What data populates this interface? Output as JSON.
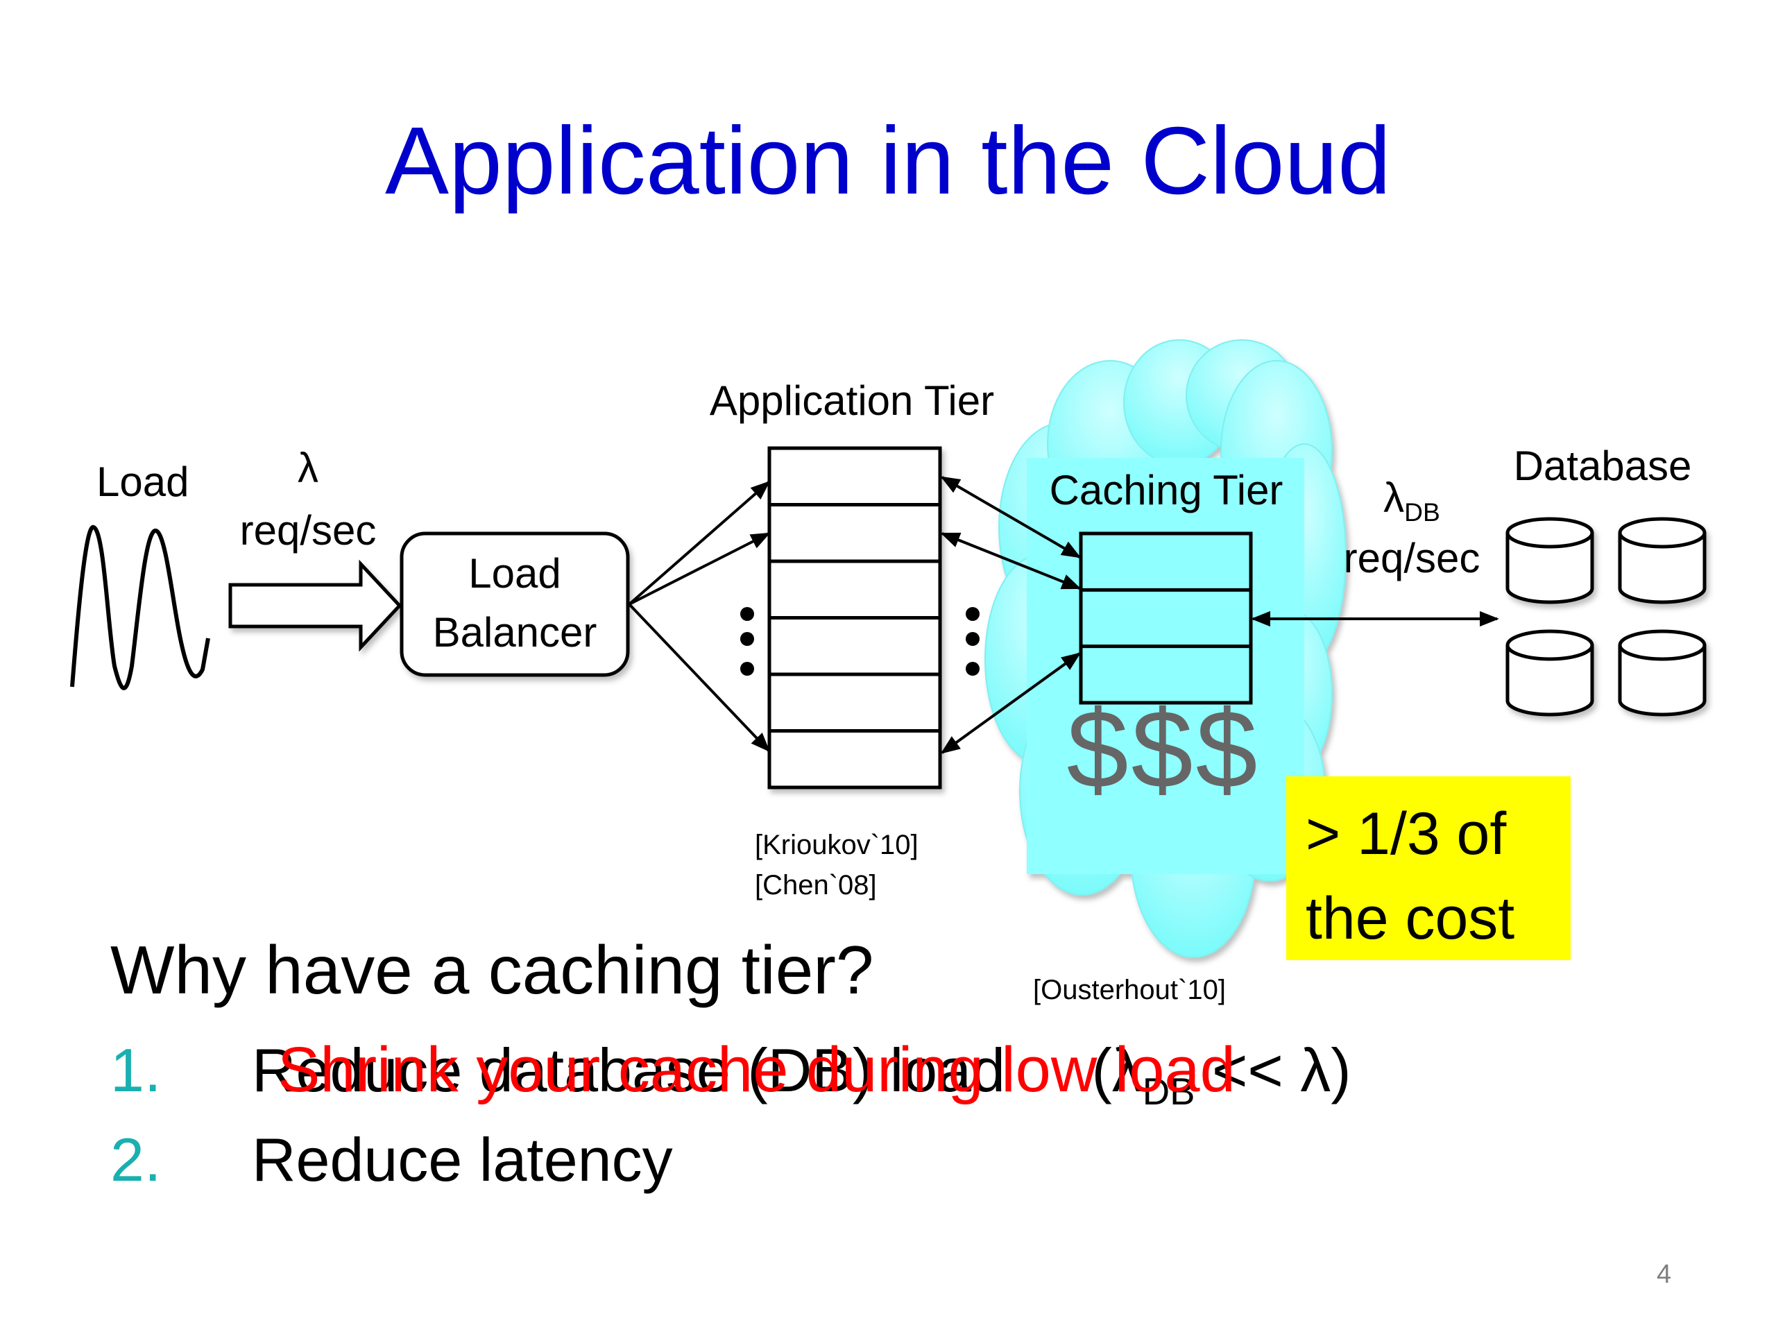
{
  "slide": {
    "title": "Application in the Cloud",
    "number": "4"
  },
  "diagram": {
    "load_label": "Load",
    "lambda_symbol": "λ",
    "rate_unit": "req/sec",
    "load_balancer": {
      "line1": "Load",
      "line2": "Balancer"
    },
    "app_tier_label": "Application Tier",
    "app_tier_rows": 6,
    "caching_tier_label": "Caching Tier",
    "cache_rows": 3,
    "cost_symbol": "$$$",
    "db_rate": {
      "symbol": "λ",
      "subscript": "DB",
      "unit": "req/sec"
    },
    "database_label": "Database",
    "database_count": 4,
    "cost_note": "> 1/3 of the cost",
    "citations": {
      "app_tier": [
        "[Krioukov`10]",
        "[Chen`08]"
      ],
      "cache_tier": "[Ousterhout`10]"
    },
    "colors": {
      "title": "#0000CC",
      "cloud": "#7FFFFF",
      "highlight": "#FFFF00",
      "overlay_text": "#FF0000",
      "list_number": "#1AAFB0",
      "dollar": "#666666"
    }
  },
  "bullets": {
    "question": "Why have a caching tier?",
    "items": [
      {
        "num": "1.",
        "text": "Reduce database (DB) load",
        "math_pre": "(λ",
        "math_sub": "DB",
        "math_post": " << λ)"
      },
      {
        "num": "2.",
        "text": "Reduce latency"
      }
    ],
    "overlay": "Shrink your cache during low load"
  }
}
